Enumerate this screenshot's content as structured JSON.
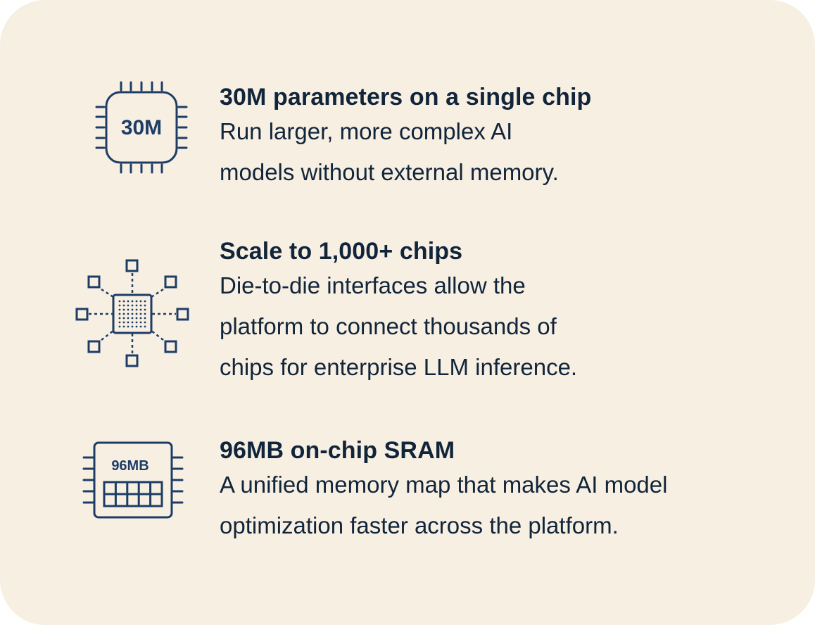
{
  "features": [
    {
      "icon": "chip-icon",
      "icon_label": "30M",
      "title": "30M parameters on a single chip",
      "desc": [
        "Run larger, more complex AI",
        "models without external memory."
      ]
    },
    {
      "icon": "chip-network-icon",
      "title": "Scale to 1,000+ chips",
      "desc": [
        "Die-to-die interfaces allow the",
        "platform to connect thousands of",
        "chips for enterprise LLM inference."
      ]
    },
    {
      "icon": "memory-chip-icon",
      "icon_label": "96MB",
      "title": "96MB on-chip SRAM",
      "desc": [
        "A unified memory map that makes AI model",
        "optimization faster across the platform."
      ]
    }
  ],
  "colors": {
    "background": "#f8efe3",
    "text": "#11253a",
    "icon": "#1d3d66"
  }
}
